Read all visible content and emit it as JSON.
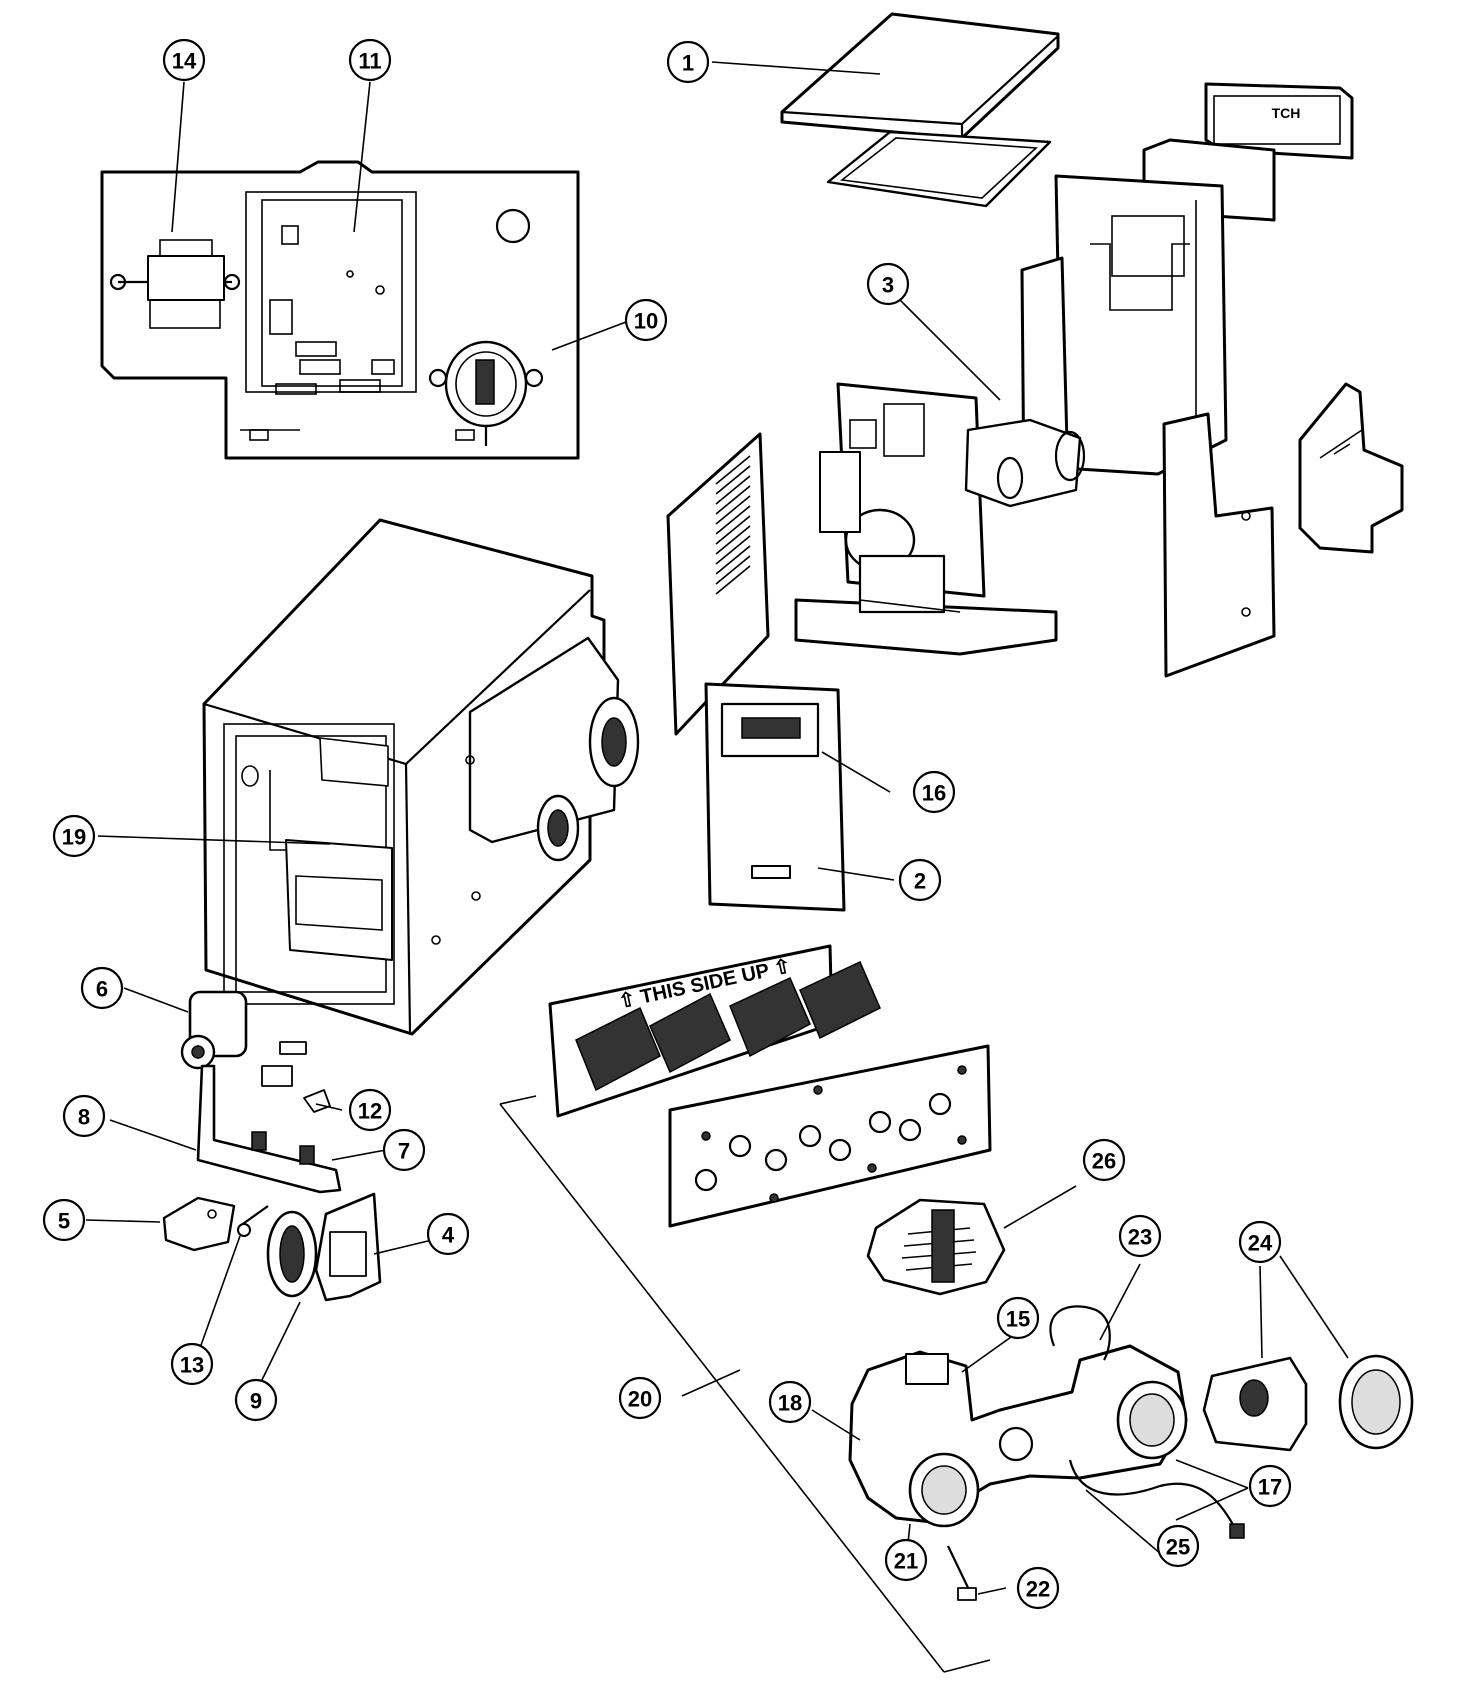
{
  "diagram": {
    "callouts": [
      {
        "id": "1",
        "label": "1"
      },
      {
        "id": "2",
        "label": "2"
      },
      {
        "id": "3",
        "label": "3"
      },
      {
        "id": "4",
        "label": "4"
      },
      {
        "id": "5",
        "label": "5"
      },
      {
        "id": "6",
        "label": "6"
      },
      {
        "id": "7",
        "label": "7"
      },
      {
        "id": "8",
        "label": "8"
      },
      {
        "id": "9",
        "label": "9"
      },
      {
        "id": "10",
        "label": "10"
      },
      {
        "id": "11",
        "label": "11"
      },
      {
        "id": "12",
        "label": "12"
      },
      {
        "id": "13",
        "label": "13"
      },
      {
        "id": "14",
        "label": "14"
      },
      {
        "id": "15",
        "label": "15"
      },
      {
        "id": "16",
        "label": "16"
      },
      {
        "id": "17",
        "label": "17"
      },
      {
        "id": "18",
        "label": "18"
      },
      {
        "id": "19",
        "label": "19"
      },
      {
        "id": "20",
        "label": "20"
      },
      {
        "id": "21",
        "label": "21"
      },
      {
        "id": "22",
        "label": "22"
      },
      {
        "id": "23",
        "label": "23"
      },
      {
        "id": "24",
        "label": "24"
      },
      {
        "id": "25",
        "label": "25"
      },
      {
        "id": "26",
        "label": "26"
      }
    ],
    "heat_exchanger_label": "⇧ THIS SIDE UP ⇧",
    "rear_panel_label": "TCH"
  }
}
